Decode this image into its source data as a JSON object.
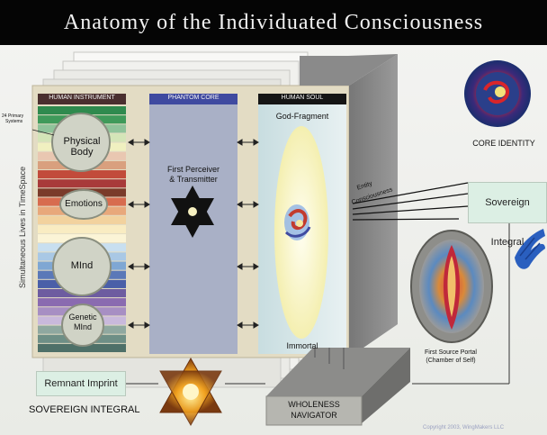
{
  "title": "Anatomy of the Individuated Consciousness",
  "columns": {
    "human_instrument": "HUMAN INSTRUMENT",
    "phantom_core": "PHANTOM CORE",
    "human_soul": "HUMAN SOUL"
  },
  "instrument_parts": {
    "physical_body": "Physical Body",
    "emotions": "Emotions",
    "mind": "MInd",
    "genetic_mind_1": "Genetic",
    "genetic_mind_2": "MInd"
  },
  "primary_systems_1": "24 Primary",
  "primary_systems_2": "Systems",
  "simultaneous_lives": "Simultaneous Lives in TimeSpace",
  "first_perceiver_1": "First Perceiver",
  "first_perceiver_2": "& Transmitter",
  "god_fragment": "God-Fragment",
  "immortal": "Immortal",
  "entity_consciousness_1": "Entity",
  "entity_consciousness_2": "Consciousness",
  "core_identity": "CORE IDENTITY",
  "sovereign_integral_box": "Sovereign Integral",
  "first_source_portal_1": "First Source Portal",
  "first_source_portal_2": "(Chamber of Self)",
  "remnant_imprint": "Remnant Imprint",
  "sovereign_integral_caption": "SOVEREIGN INTEGRAL",
  "wholeness_navigator_1": "WHOLENESS",
  "wholeness_navigator_2": "NAVIGATOR",
  "copyright": "Copyright 2003, WingMakers LLC",
  "colors": {
    "column_header": "#4a2f2f",
    "phantom_core_header": "#3f4aa0",
    "phantom_core_column": "#a9b0c6",
    "soul_column": "#d4e6e8",
    "soul_oval": "#fbf9cc",
    "box_fill": "#dcefe4",
    "stripes": [
      "#2f8a4e",
      "#3f9a5a",
      "#8fc39a",
      "#d4e5b8",
      "#f0f0c0",
      "#e9c7b1",
      "#d9a07e",
      "#c24b3b",
      "#a83a3a",
      "#7a3b2a",
      "#d76c4f",
      "#e8a87b",
      "#f2d29e",
      "#f9ecc2",
      "#fbf4d6",
      "#c8dff0",
      "#a9c8e5",
      "#7fa7d3",
      "#5b78b8",
      "#4a5fa8",
      "#6d5ca0",
      "#8a6bb0",
      "#a78fc3",
      "#c9b9dc",
      "#8fa8a0",
      "#6e8f86",
      "#4e7068"
    ]
  }
}
